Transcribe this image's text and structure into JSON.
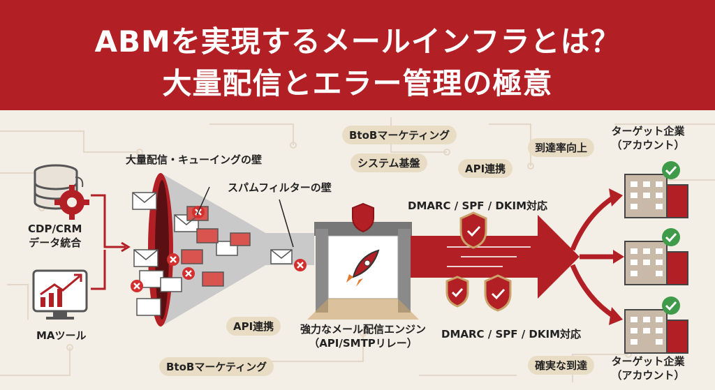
{
  "header": {
    "title_line1": "ABMを実現するメールインフラとは？",
    "title_line2": "大量配信とエラー管理の極意"
  },
  "sources": {
    "crm_label_line1": "CDP/CRM",
    "crm_label_line2": "データ統合",
    "ma_label": "MAツール"
  },
  "funnel": {
    "queue_wall_label": "大量配信・キューイングの壁",
    "spam_wall_label": "スパムフィルターの壁"
  },
  "pills": {
    "btob_top": "BtoBマーケティング",
    "system_base": "システム基盤",
    "api_top": "API連携",
    "delivery_rate": "到達率向上",
    "api_bottom": "API連携",
    "btob_bottom": "BtoBマーケティング",
    "reliable_delivery": "確実な到達"
  },
  "engine": {
    "label_line1": "強力なメール配信エンジン",
    "label_line2": "（API/SMTPリレー）"
  },
  "auth": {
    "top_label": "DMARC / SPF / DKIM対応",
    "bottom_label": "DMARC / SPF / DKIM対応"
  },
  "targets": {
    "top_line1": "ターゲット企業",
    "top_line2": "（アカウント）",
    "bottom_line1": "ターゲット企業",
    "bottom_line2": "（アカウント）"
  },
  "colors": {
    "brand_red": "#b21f24",
    "beige_bg": "#f4efe6",
    "check_green": "#3f9a4a"
  }
}
